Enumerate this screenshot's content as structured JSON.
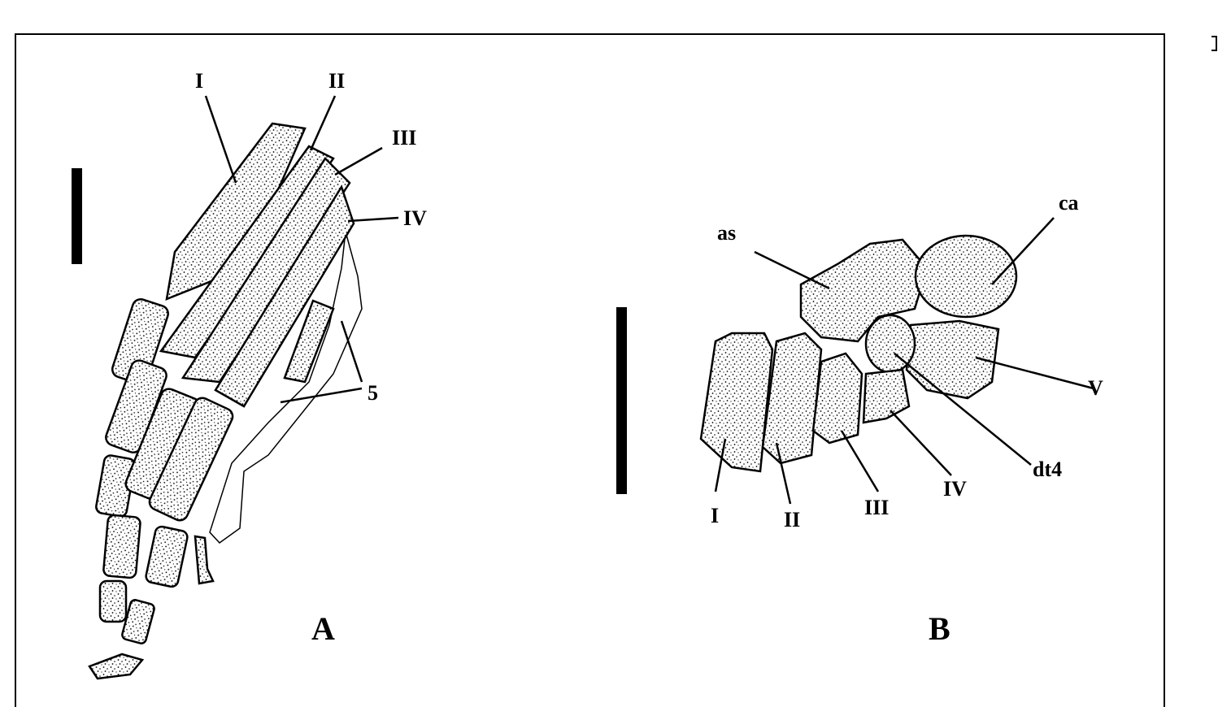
{
  "figure": {
    "panel_a": {
      "letter": "A",
      "labels": [
        "I",
        "II",
        "III",
        "IV",
        "5"
      ]
    },
    "panel_b": {
      "letter": "B",
      "labels": {
        "as": "as",
        "ca": "ca",
        "V": "V",
        "dt4": "dt4",
        "I": "I",
        "II": "II",
        "III": "III",
        "IV": "IV"
      }
    },
    "colors": {
      "ink": "#000000",
      "background": "#ffffff"
    }
  }
}
